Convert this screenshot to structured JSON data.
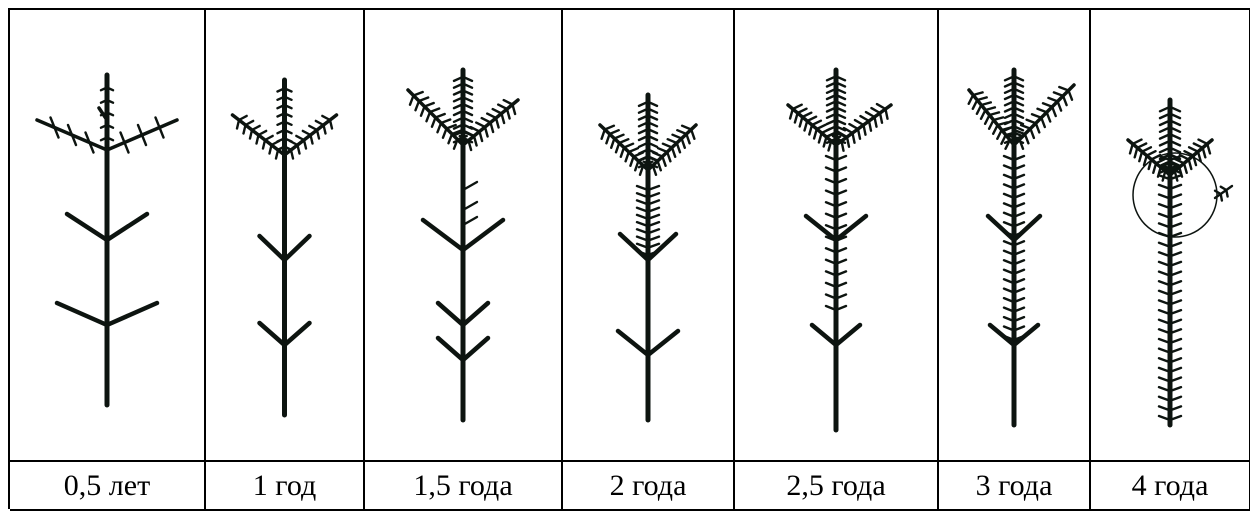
{
  "stages": [
    {
      "label": "0,5 лет",
      "crown": "sparse",
      "needles_on_stem": false,
      "whorls": 2,
      "circle": false
    },
    {
      "label": "1 год",
      "crown": "small",
      "needles_on_stem": false,
      "whorls": 2,
      "circle": false
    },
    {
      "label": "1,5 года",
      "crown": "dense",
      "needles_on_stem": false,
      "whorls": 3,
      "circle": false
    },
    {
      "label": "2 года",
      "crown": "dense",
      "needles_on_stem": true,
      "whorls": 2,
      "circle": false
    },
    {
      "label": "2,5 года",
      "crown": "dense",
      "needles_on_stem": true,
      "whorls": 3,
      "circle": false
    },
    {
      "label": "3 года",
      "crown": "dense",
      "needles_on_stem": true,
      "whorls": 2,
      "circle": false
    },
    {
      "label": "4 года",
      "crown": "dense",
      "needles_on_stem": true,
      "whorls": 1,
      "circle": true
    }
  ],
  "colors": {
    "ink": "#0d1410",
    "border": "#000000",
    "background": "#ffffff"
  }
}
